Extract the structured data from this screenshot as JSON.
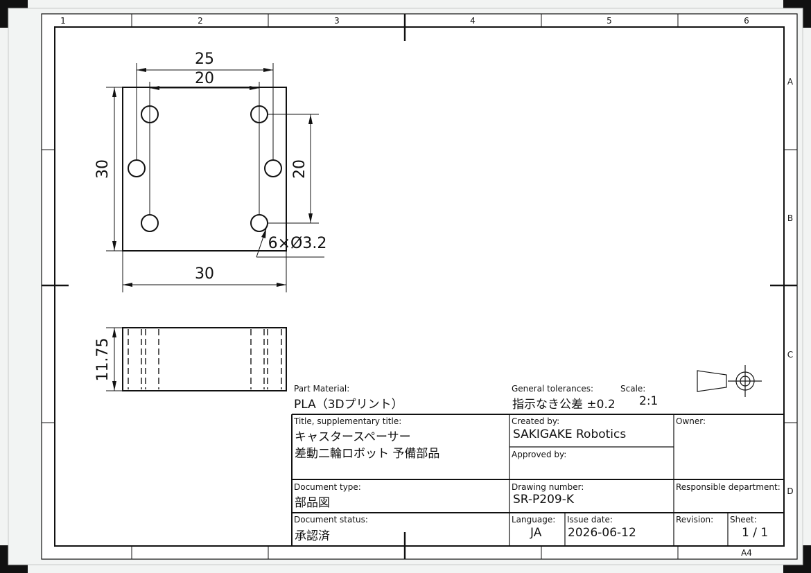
{
  "frame": {
    "columns": [
      "1",
      "2",
      "3",
      "4",
      "5",
      "6"
    ],
    "rows": [
      "A",
      "B",
      "C",
      "D"
    ],
    "paper_size": "A4"
  },
  "dimensions": {
    "top_width_outer": "25",
    "top_width_inner": "20",
    "left_height": "30",
    "right_height": "20",
    "bottom_width": "30",
    "hole_callout": "6×Ø3.2",
    "side_height": "11.75"
  },
  "title_block": {
    "material_label": "Part Material:",
    "material_value": "PLA（3Dプリント）",
    "tolerance_label": "General tolerances:",
    "tolerance_value": "指示なき公差 ±0.2",
    "scale_label": "Scale:",
    "scale_value": "2:1",
    "title_label": "Title, supplementary title:",
    "title_line1": "キャスタースペーサー",
    "title_line2": "差動二輪ロボット 予備部品",
    "created_label": "Created by:",
    "created_value": "SAKIGAKE Robotics",
    "approved_label": "Approved by:",
    "approved_value": "",
    "owner_label": "Owner:",
    "doctype_label": "Document type:",
    "doctype_value": "部品図",
    "drawing_no_label": "Drawing number:",
    "drawing_no_value": "SR-P209-K",
    "resp_dept_label": "Responsible department:",
    "status_label": "Document status:",
    "status_value": "承認済",
    "language_label": "Language:",
    "language_value": "JA",
    "issue_label": "Issue date:",
    "issue_value": "2026-06-12",
    "revision_label": "Revision:",
    "sheet_label": "Sheet:",
    "sheet_value": "1 / 1"
  }
}
